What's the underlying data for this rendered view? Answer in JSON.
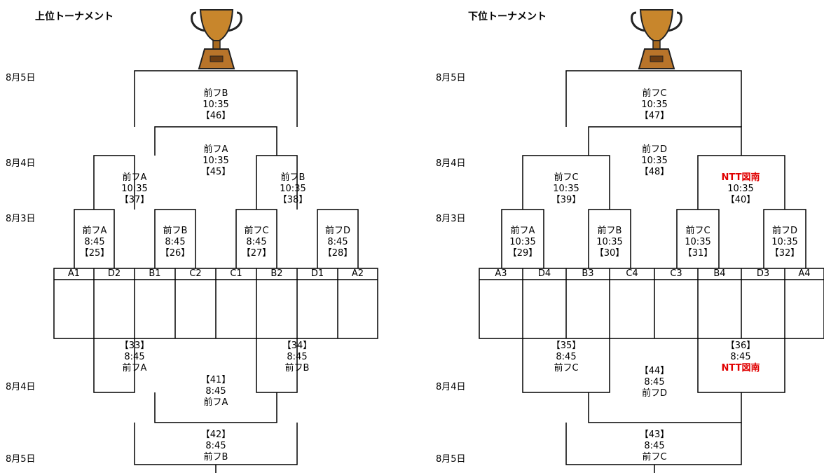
{
  "upper": {
    "title": "上位トーナメント",
    "dates": [
      "8月5日",
      "8月4日",
      "8月3日",
      "8月4日",
      "8月5日"
    ],
    "teams": [
      "A1",
      "D2",
      "B1",
      "C2",
      "C1",
      "B2",
      "D1",
      "A2"
    ],
    "matches": {
      "m25": {
        "venue": "前フA",
        "time": "8:45",
        "no": "【25】"
      },
      "m26": {
        "venue": "前フB",
        "time": "8:45",
        "no": "【26】"
      },
      "m27": {
        "venue": "前フC",
        "time": "8:45",
        "no": "【27】"
      },
      "m28": {
        "venue": "前フD",
        "time": "8:45",
        "no": "【28】"
      },
      "m37": {
        "venue": "前フA",
        "time": "10:35",
        "no": "【37】"
      },
      "m38": {
        "venue": "前フB",
        "time": "10:35",
        "no": "【38】"
      },
      "m45": {
        "venue": "前フA",
        "time": "10:35",
        "no": "【45】"
      },
      "m46": {
        "venue": "前フB",
        "time": "10:35",
        "no": "【46】"
      },
      "m33": {
        "no": "【33】",
        "time": "8:45",
        "venue": "前フA"
      },
      "m34": {
        "no": "【34】",
        "time": "8:45",
        "venue": "前フB"
      },
      "m41": {
        "no": "【41】",
        "time": "8:45",
        "venue": "前フA"
      },
      "m42": {
        "no": "【42】",
        "time": "8:45",
        "venue": "前フB"
      }
    }
  },
  "lower": {
    "title": "下位トーナメント",
    "dates": [
      "8月5日",
      "8月4日",
      "8月3日",
      "8月4日",
      "8月5日"
    ],
    "teams": [
      "A3",
      "D4",
      "B3",
      "C4",
      "C3",
      "B4",
      "D3",
      "A4"
    ],
    "matches": {
      "m29": {
        "venue": "前フA",
        "time": "10:35",
        "no": "【29】"
      },
      "m30": {
        "venue": "前フB",
        "time": "10:35",
        "no": "【30】"
      },
      "m31": {
        "venue": "前フC",
        "time": "10:35",
        "no": "【31】"
      },
      "m32": {
        "venue": "前フD",
        "time": "10:35",
        "no": "【32】"
      },
      "m39": {
        "venue": "前フC",
        "time": "10:35",
        "no": "【39】"
      },
      "m40": {
        "venue": "NTT図南",
        "time": "10:35",
        "no": "【40】"
      },
      "m48": {
        "venue": "前フD",
        "time": "10:35",
        "no": "【48】"
      },
      "m47": {
        "venue": "前フC",
        "time": "10:35",
        "no": "【47】"
      },
      "m35": {
        "no": "【35】",
        "time": "8:45",
        "venue": "前フC"
      },
      "m36": {
        "no": "【36】",
        "time": "8:45",
        "venue": "NTT図南"
      },
      "m44": {
        "no": "【44】",
        "time": "8:45",
        "venue": "前フD"
      },
      "m43": {
        "no": "【43】",
        "time": "8:45",
        "venue": "前フC"
      }
    }
  },
  "colors": {
    "line": "#000000",
    "highlight": "#e00000",
    "trophy": "#c8862c"
  },
  "icons": [
    "trophy-icon"
  ]
}
